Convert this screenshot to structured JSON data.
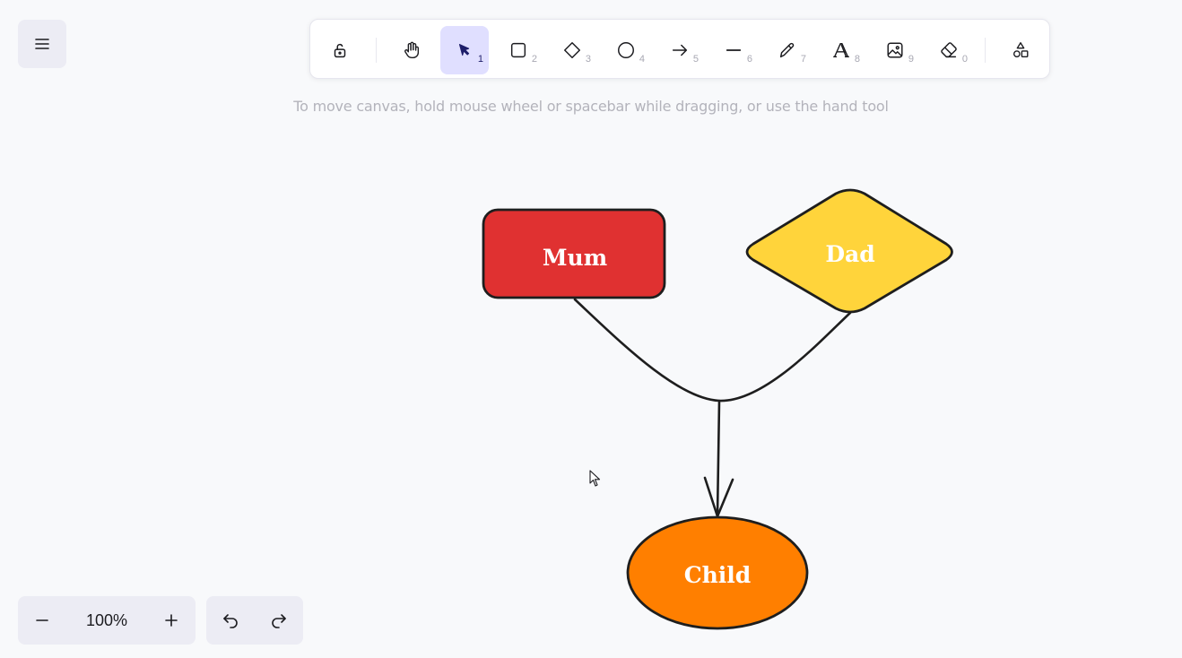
{
  "toolbar": {
    "tools": [
      {
        "name": "lock",
        "key": ""
      },
      {
        "name": "hand",
        "key": ""
      },
      {
        "name": "selection",
        "key": "1"
      },
      {
        "name": "rectangle",
        "key": "2"
      },
      {
        "name": "diamond",
        "key": "3"
      },
      {
        "name": "ellipse",
        "key": "4"
      },
      {
        "name": "arrow",
        "key": "5"
      },
      {
        "name": "line",
        "key": "6"
      },
      {
        "name": "draw",
        "key": "7"
      },
      {
        "name": "text",
        "key": "8"
      },
      {
        "name": "image",
        "key": "9"
      },
      {
        "name": "eraser",
        "key": "0"
      },
      {
        "name": "more-shapes",
        "key": ""
      }
    ],
    "active_tool": "selection"
  },
  "hint": "To move canvas, hold mouse wheel or spacebar while dragging, or use the hand tool",
  "canvas": {
    "shapes": [
      {
        "type": "rectangle",
        "label": "Mum",
        "fill": "#e03131"
      },
      {
        "type": "diamond",
        "label": "Dad",
        "fill": "#ffd43b"
      },
      {
        "type": "ellipse",
        "label": "Child",
        "fill": "#ff7f00"
      }
    ],
    "stroke": "#1e1e1e"
  },
  "footer": {
    "zoom": "100%"
  },
  "colors": {
    "accent": "#e0dfff",
    "panel": "#ececf4",
    "background": "#f8f9fb"
  }
}
